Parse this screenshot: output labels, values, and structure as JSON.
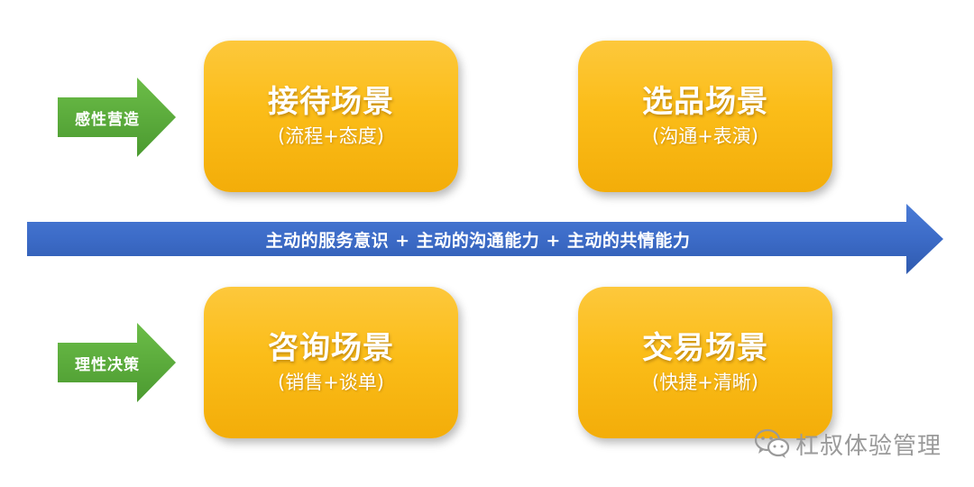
{
  "colors": {
    "card_fill": "#fbbd19",
    "side_arrow_green": "#5aab3c",
    "main_arrow_blue": "#3c6bc7",
    "watermark_gray": "#9a9a9a",
    "text_white": "#ffffff"
  },
  "side_arrows": {
    "emotional": {
      "label": "感性营造"
    },
    "rational": {
      "label": "理性决策"
    }
  },
  "main_arrow": {
    "label": "主动的服务意识 + 主动的沟通能力 + 主动的共情能力"
  },
  "cards": {
    "reception": {
      "title": "接待场景",
      "subtitle": "(流程+态度)"
    },
    "selection": {
      "title": "选品场景",
      "subtitle": "(沟通+表演)"
    },
    "consult": {
      "title": "咨询场景",
      "subtitle": "(销售+谈单)"
    },
    "deal": {
      "title": "交易场景",
      "subtitle": "(快捷+清晰)"
    }
  },
  "watermark": {
    "icon": "wechat-icon",
    "text": "杠叔体验管理"
  }
}
